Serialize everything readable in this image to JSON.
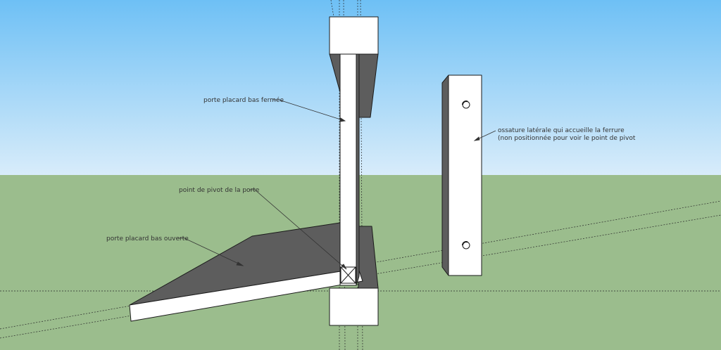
{
  "colors": {
    "sky_top": "#6ec0f5",
    "sky_bottom": "#d8ecfa",
    "ground": "#9bbd8d",
    "face_light": "#ffffff",
    "face_dark": "#5d5d5d",
    "edge": "#1a1a1a",
    "guide": "#2a2a2a",
    "label_text": "#333333"
  },
  "labels": {
    "closed_door": "porte placard bas fermée",
    "pivot_point": "point de pivot de la porte",
    "open_door": "porte placard bas ouverte",
    "frame_line1": "ossature latérale qui accueille la ferrure",
    "frame_line2": "(non positionnée pour voir le point de pivot"
  },
  "icons": {
    "pivot_marker": "cross-box-icon",
    "hinge_hole": "circle-hole-icon"
  }
}
